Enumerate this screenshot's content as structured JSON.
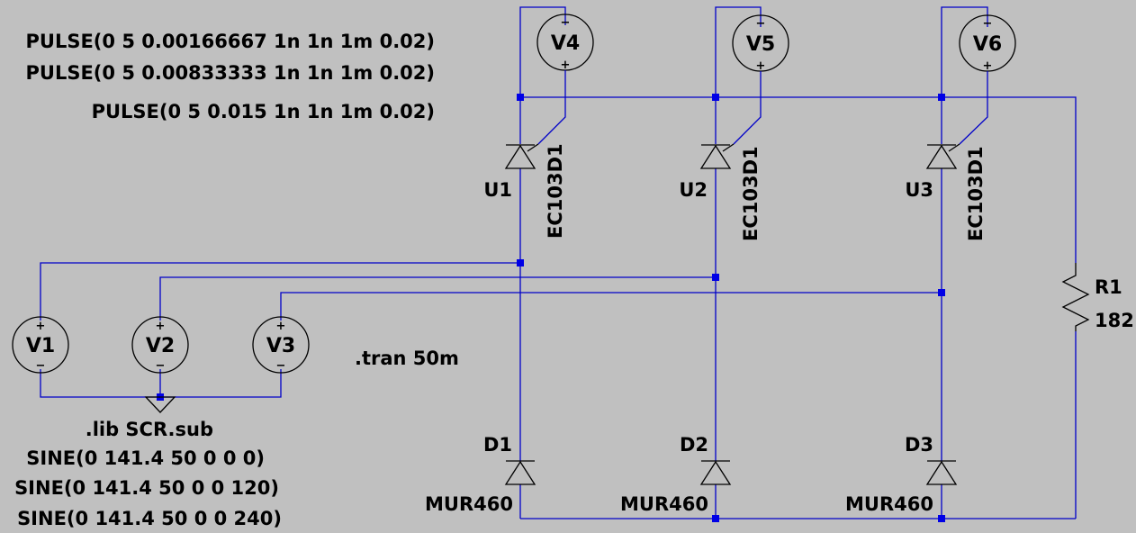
{
  "schematic": {
    "colors": {
      "background": "#c0c0c0",
      "wire": "#0000c8",
      "symbol": "#000000",
      "junction": "#0000e6"
    },
    "gate_sources": [
      {
        "name": "V4",
        "value": "PULSE(0 5 0.00166667 1n 1n 1m 0.02)"
      },
      {
        "name": "V5",
        "value": "PULSE(0 5 0.00833333 1n 1n 1m 0.02)"
      },
      {
        "name": "V6",
        "value": "PULSE(0 5 0.015 1n 1n 1m 0.02)"
      }
    ],
    "phase_sources": [
      {
        "name": "V1",
        "value": "SINE(0 141.4 50 0 0 0)"
      },
      {
        "name": "V2",
        "value": "SINE(0 141.4 50 0 0 120)"
      },
      {
        "name": "V3",
        "value": "SINE(0 141.4 50 0 0 240)"
      }
    ],
    "scrs": [
      {
        "name": "U1",
        "model": "EC103D1"
      },
      {
        "name": "U2",
        "model": "EC103D1"
      },
      {
        "name": "U3",
        "model": "EC103D1"
      }
    ],
    "diodes": [
      {
        "name": "D1",
        "model": "MUR460"
      },
      {
        "name": "D2",
        "model": "MUR460"
      },
      {
        "name": "D3",
        "model": "MUR460"
      }
    ],
    "resistor": {
      "name": "R1",
      "value": "182"
    },
    "directives": {
      "tran": ".tran 50m",
      "lib": ".lib SCR.sub"
    },
    "source_signs": {
      "plus": "+",
      "minus": "−"
    }
  }
}
